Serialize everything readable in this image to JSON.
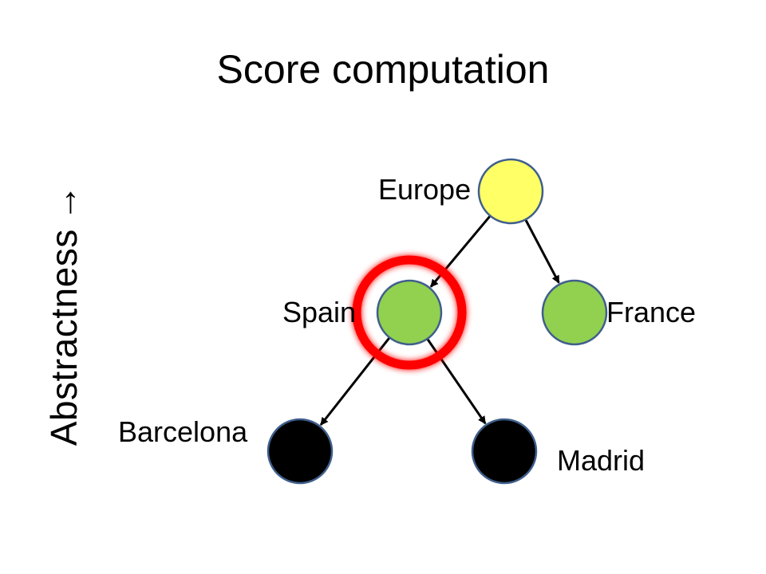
{
  "title": "Score computation",
  "axis_label": "Abstractness",
  "axis_arrow_icon": "arrow-up-icon",
  "colors": {
    "root": "#ffff66",
    "country": "#92d050",
    "city": "#000000",
    "node_stroke": "#3f5f8c",
    "highlight": "#ff0000"
  },
  "nodes": [
    {
      "id": "europe",
      "label": "Europe"
    },
    {
      "id": "spain",
      "label": "Spain"
    },
    {
      "id": "france",
      "label": "France"
    },
    {
      "id": "barcelona",
      "label": "Barcelona"
    },
    {
      "id": "madrid",
      "label": "Madrid"
    }
  ],
  "edges": [
    {
      "from": "europe",
      "to": "spain"
    },
    {
      "from": "europe",
      "to": "france"
    },
    {
      "from": "spain",
      "to": "barcelona"
    },
    {
      "from": "spain",
      "to": "madrid"
    }
  ],
  "highlighted": "spain"
}
